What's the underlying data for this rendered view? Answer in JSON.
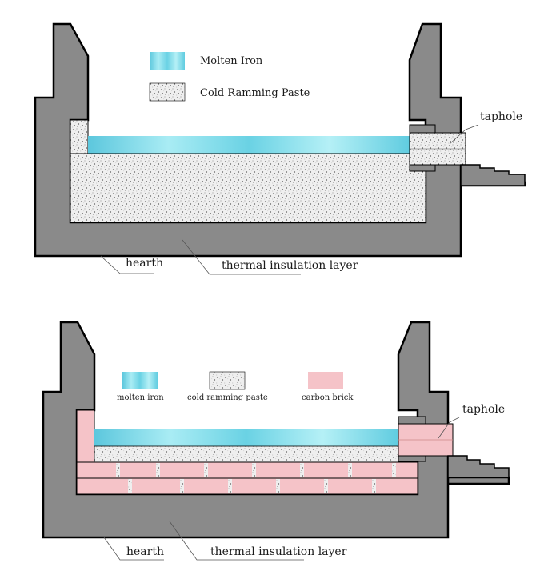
{
  "top_diagram": {
    "legend": {
      "molten_iron": "Molten Iron",
      "cold_ramming_paste": "Cold Ramming Paste"
    },
    "labels": {
      "taphole": "taphole",
      "hearth": "hearth",
      "thermal_insulation_layer": "thermal insulation layer"
    }
  },
  "bottom_diagram": {
    "legend": {
      "molten_iron": "molten iron",
      "cold_ramming_paste": "cold ramming paste",
      "carbon_brick": "carbon brick"
    },
    "labels": {
      "taphole": "taphole",
      "hearth": "hearth",
      "thermal_insulation_layer": "thermal insulation layer"
    }
  },
  "colors": {
    "wall_gray": "#8a8a8a",
    "outline": "#000000",
    "molten_iron": "#7fd8e6",
    "paste": "#ececec",
    "carbon_brick": "#f5c3c8"
  }
}
